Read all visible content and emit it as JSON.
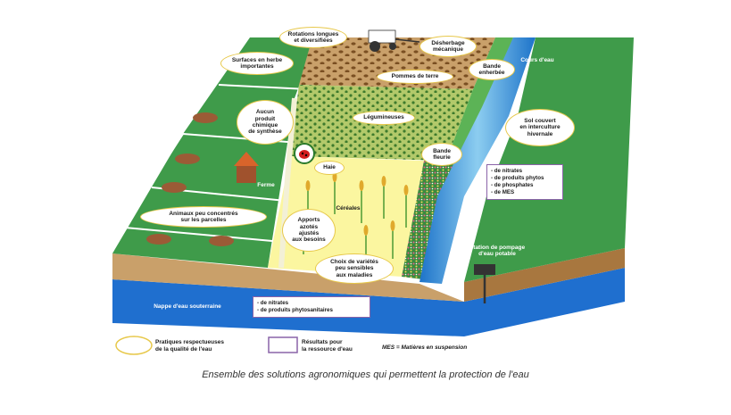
{
  "labels": {
    "rotations": "Rotations longues\net diversifiées",
    "desherbage": "Désherbage\nmécanique",
    "surfaces_herbe": "Surfaces en herbe\nimportantes",
    "pommes_terre": "Pommes de terre",
    "bande_enherbee": "Bande\nenherbée",
    "cours_eau": "Cours d'eau",
    "aucun_produit": "Aucun\nproduit\nchimique\nde synthèse",
    "legumineuses": "Légumineuses",
    "sol_couvert": "Sol couvert\nen interculture\nhivernale",
    "bande_fleurie": "Bande\nfleurie",
    "haie": "Haie",
    "ferme": "Ferme",
    "cereales": "Céréales",
    "apports_azotes": "Apports\nazotés\najustés\naux besoins",
    "animaux": "Animaux peu concentrés\nsur les parcelles",
    "choix_varietes": "Choix de variétés\npeu sensibles\naux maladies",
    "station_pompage": "Station de pompage\nd'eau potable",
    "nappe": "Nappe d'eau souterraine"
  },
  "river_box": {
    "items": [
      "- de nitrates",
      "- de produits phytos",
      "- de phosphates",
      "- de MES"
    ]
  },
  "nappe_box": {
    "items": [
      "- de nitrates",
      "- de produits phytosanitaires"
    ]
  },
  "legend": {
    "oval_text": "Pratiques respectueuses\nde la qualité de l'eau",
    "rect_text": "Résultats pour\nla ressource d'eau",
    "mes_text": "MES = Matières en suspension"
  },
  "caption": "Ensemble des solutions agronomiques qui permettent la protection de l'eau",
  "colors": {
    "grass": "#3f9b4a",
    "grass_light": "#5cb356",
    "soil": "#c9a06a",
    "soil_dark": "#a8773f",
    "river": "#1d73c9",
    "river_light": "#8ccdf0",
    "aquifer": "#1f6fcf",
    "cereal_field": "#fbf6a0",
    "oval_border": "#e7c84a",
    "result_border": "#8a63a8"
  }
}
